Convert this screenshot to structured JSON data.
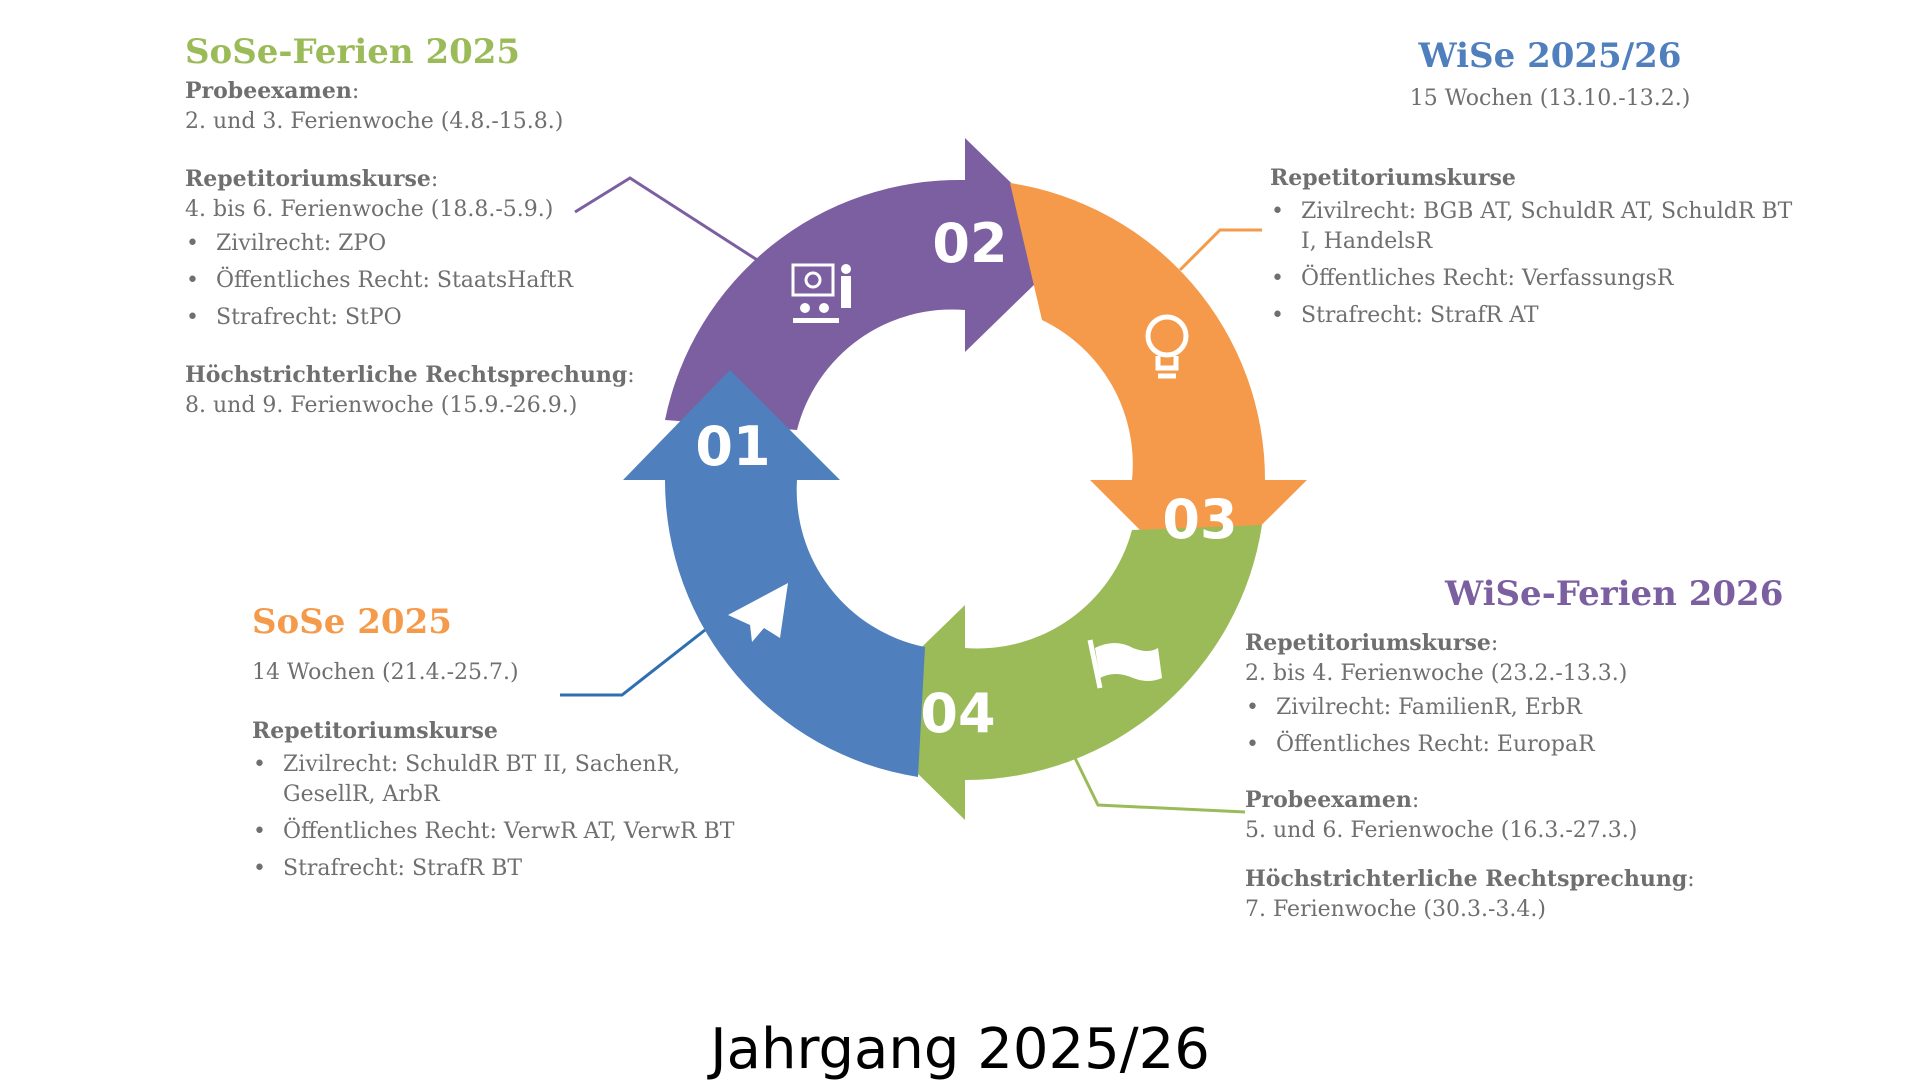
{
  "colors": {
    "blue": "#4f7fbd",
    "purple": "#7c5fa0",
    "orange": "#f59a4a",
    "green": "#9bbb59",
    "text": "#6f6f6f"
  },
  "steps": [
    {
      "number": "01",
      "icon": "paper-plane-icon"
    },
    {
      "number": "02",
      "icon": "presentation-icon"
    },
    {
      "number": "03",
      "icon": "lightbulb-icon"
    },
    {
      "number": "04",
      "icon": "flag-icon"
    }
  ],
  "sose_ferien": {
    "title": "SoSe-Ferien 2025",
    "probe_label": "Probeexamen",
    "probe_text": "2. und 3. Ferienwoche (4.8.-15.8.)",
    "rep_label": "Repetitoriumskurse",
    "rep_text": "4. bis 6. Ferienwoche (18.8.-5.9.)",
    "rep_items": [
      "Zivilrecht: ZPO",
      "Öffentliches Recht: StaatsHaftR",
      "Strafrecht: StPO"
    ],
    "hoechst_label": "Höchstrichterliche Rechtsprechung",
    "hoechst_text": "8. und 9. Ferienwoche (15.9.-26.9.)"
  },
  "wise": {
    "title": "WiSe 2025/26",
    "duration": "15 Wochen (13.10.-13.2.)",
    "rep_label": "Repetitoriumskurse",
    "rep_items": [
      "Zivilrecht: BGB AT, SchuldR AT, SchuldR BT I, HandelsR",
      "Öffentliches Recht: VerfassungsR",
      "Strafrecht: StrafR AT"
    ]
  },
  "sose": {
    "title": "SoSe 2025",
    "duration": "14 Wochen (21.4.-25.7.)",
    "rep_label": "Repetitoriumskurse",
    "rep_items": [
      "Zivilrecht: SchuldR BT II, SachenR, GesellR, ArbR",
      "Öffentliches Recht: VerwR AT, VerwR BT",
      "Strafrecht: StrafR BT"
    ]
  },
  "wise_ferien": {
    "title": "WiSe-Ferien 2026",
    "rep_label": "Repetitoriumskurse",
    "rep_text": "2. bis 4. Ferienwoche (23.2.-13.3.)",
    "rep_items": [
      "Zivilrecht: FamilienR, ErbR",
      "Öffentliches Recht: EuropaR"
    ],
    "probe_label": "Probeexamen",
    "probe_text": "5. und 6. Ferienwoche (16.3.-27.3.)",
    "hoechst_label": "Höchstrichterliche Rechtsprechung",
    "hoechst_text": "7. Ferienwoche (30.3.-3.4.)"
  },
  "footer": "Jahrgang 2025/26"
}
